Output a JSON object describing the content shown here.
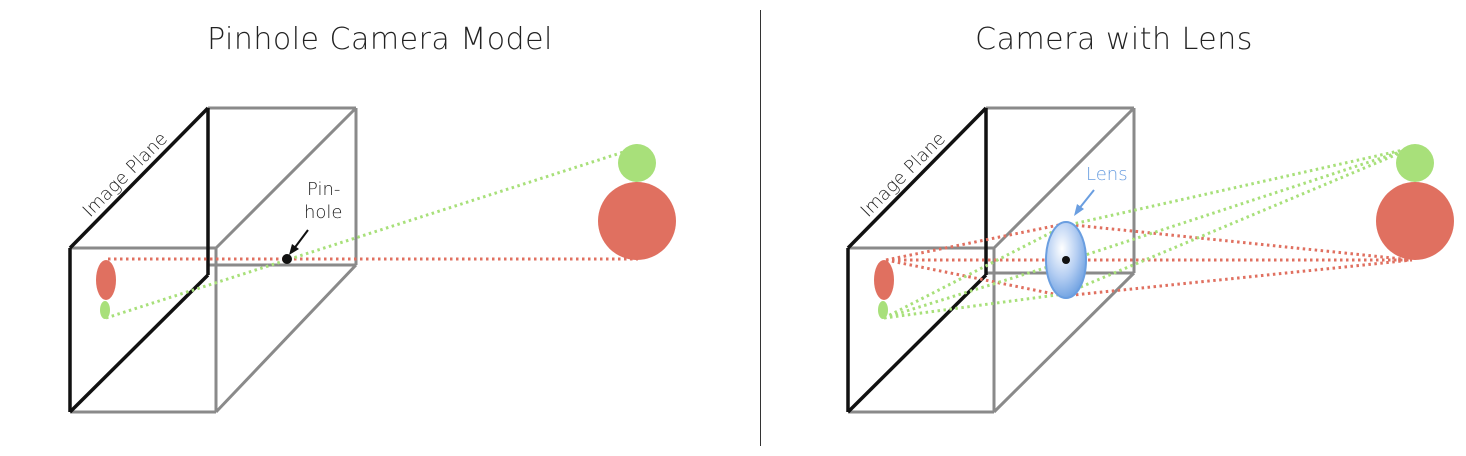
{
  "left_panel": {
    "title": "Pinhole Camera Model",
    "image_plane_label": "Image Plane",
    "pinhole_label_line1": "Pin-",
    "pinhole_label_line2": "hole"
  },
  "right_panel": {
    "title": "Camera with Lens",
    "image_plane_label": "Image Plane",
    "lens_label": "Lens"
  },
  "colors": {
    "object_red": "#e07060",
    "object_green": "#a8e07a",
    "ray_red": "#e07060",
    "ray_green": "#a8e07a",
    "lens_blue": "#6a9ee0",
    "lens_label_blue": "#6a9ee0",
    "box_gray": "#8a8a8a",
    "image_plane_black": "#111111"
  }
}
